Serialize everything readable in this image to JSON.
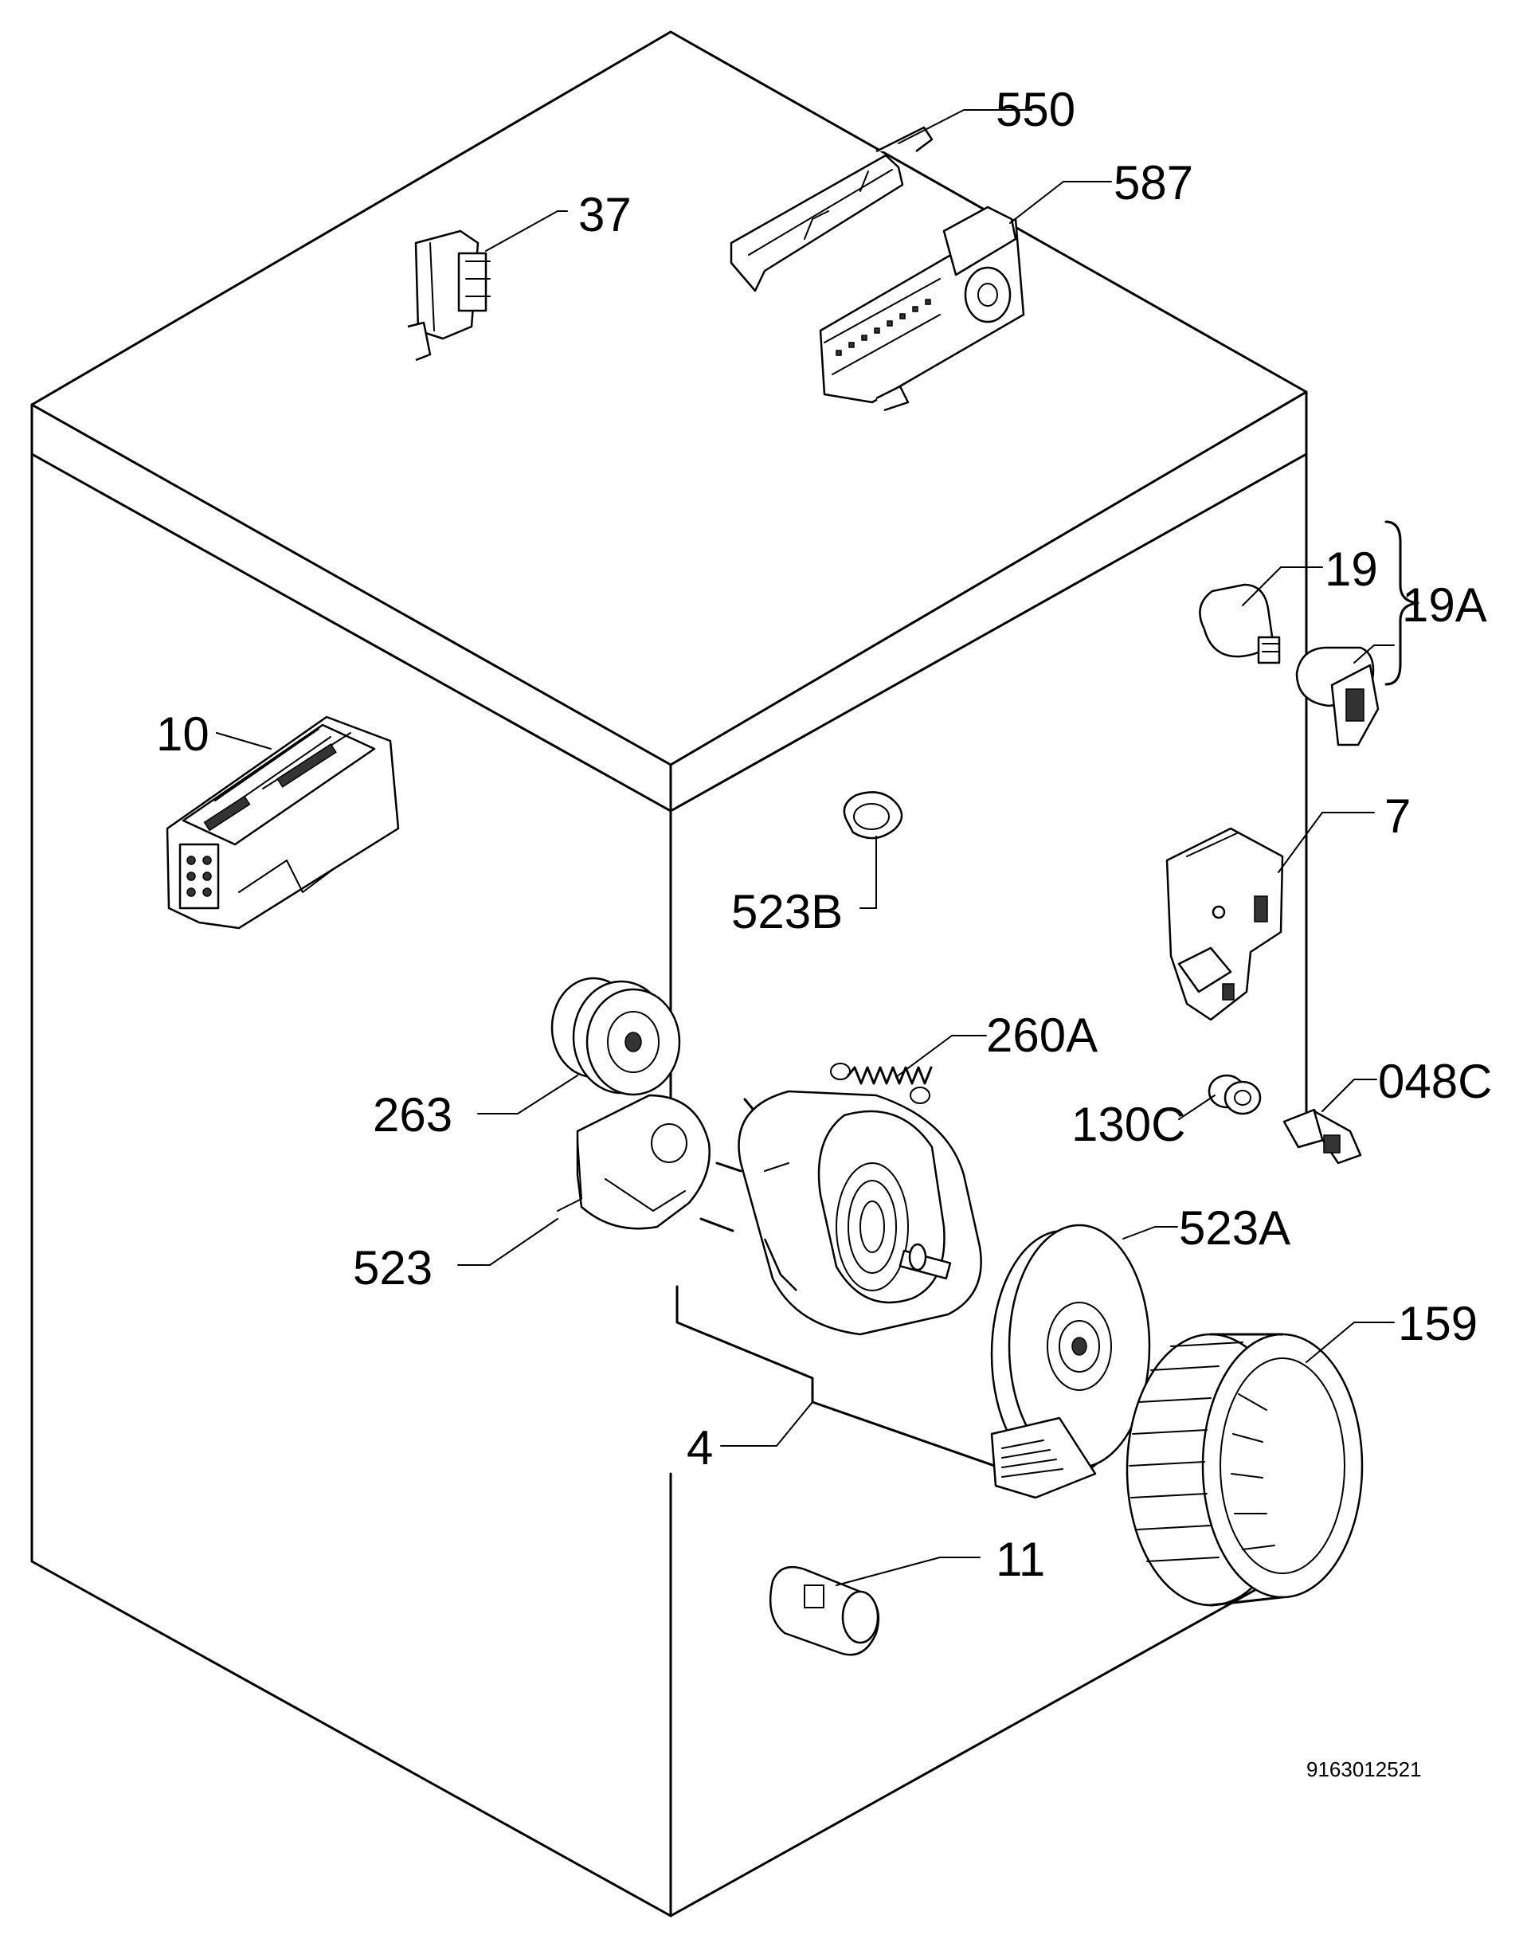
{
  "diagram_id": "9163012521",
  "parts": {
    "p550": "550",
    "p587": "587",
    "p37": "37",
    "p19": "19",
    "p19a": "19A",
    "p10": "10",
    "p7": "7",
    "p523b": "523B",
    "p260a": "260A",
    "p263": "263",
    "p130c": "130C",
    "p048c": "048C",
    "p523": "523",
    "p523a": "523A",
    "p159": "159",
    "p4": "4",
    "p11": "11"
  }
}
